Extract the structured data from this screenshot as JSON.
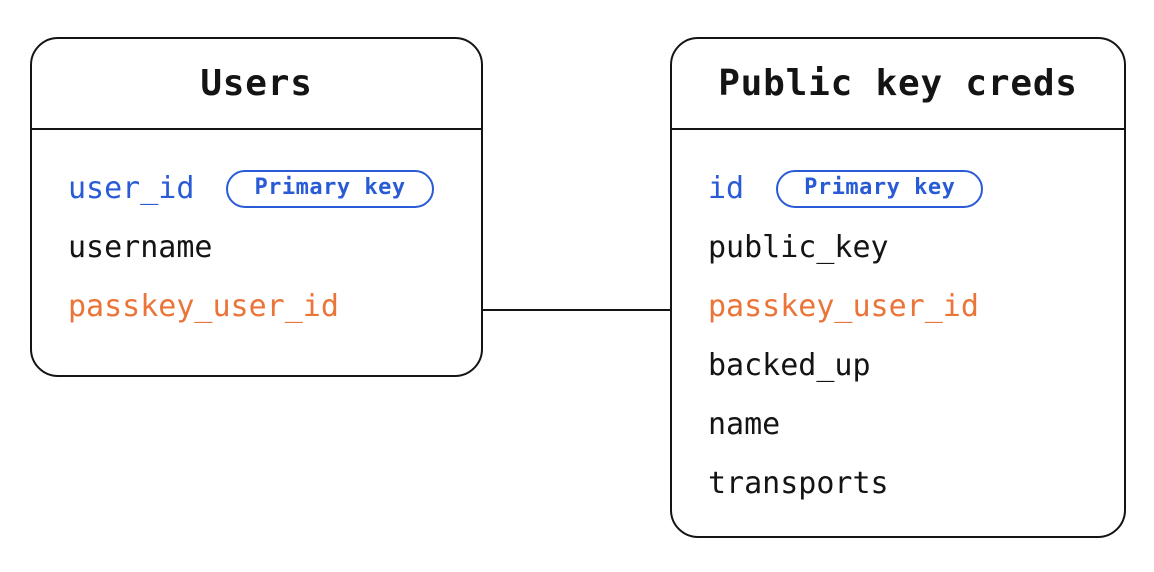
{
  "diagram": {
    "kind": "entity-relationship-diagram",
    "badge_label": "Primary key",
    "colors": {
      "ink": "#141414",
      "primary_key_blue": "#2a5bd7",
      "linked_field_orange": "#eb7439",
      "background": "#ffffff"
    },
    "relationship": {
      "from_table": "Users",
      "from_field": "passkey_user_id",
      "to_table": "Public key creds",
      "to_field": "passkey_user_id"
    }
  },
  "tables": [
    {
      "name": "Users",
      "fields": [
        {
          "label": "user_id",
          "color": "blue",
          "badge": "Primary key"
        },
        {
          "label": "username",
          "color": "black"
        },
        {
          "label": "passkey_user_id",
          "color": "orange"
        }
      ]
    },
    {
      "name": "Public key creds",
      "fields": [
        {
          "label": "id",
          "color": "blue",
          "badge": "Primary key"
        },
        {
          "label": "public_key",
          "color": "black"
        },
        {
          "label": "passkey_user_id",
          "color": "orange"
        },
        {
          "label": "backed_up",
          "color": "black"
        },
        {
          "label": "name",
          "color": "black"
        },
        {
          "label": "transports",
          "color": "black"
        }
      ]
    }
  ]
}
